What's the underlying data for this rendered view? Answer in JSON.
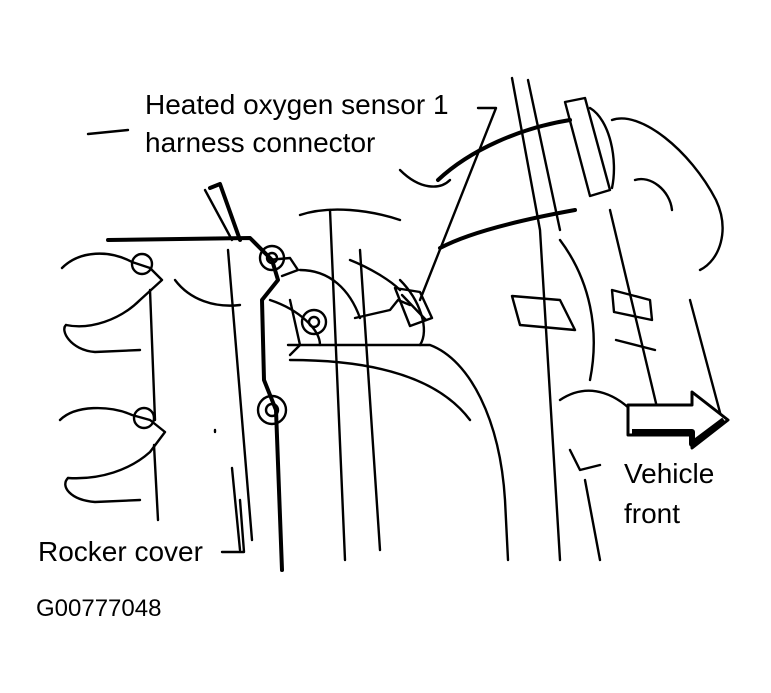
{
  "labels": {
    "sensor_line1": "Heated oxygen sensor 1",
    "sensor_line2": "harness connector",
    "front_line1": "Vehicle",
    "front_line2": "front",
    "rocker": "Rocker cover",
    "figure_id": "G00777048"
  },
  "icons": {
    "direction": "arrow-right-icon"
  }
}
